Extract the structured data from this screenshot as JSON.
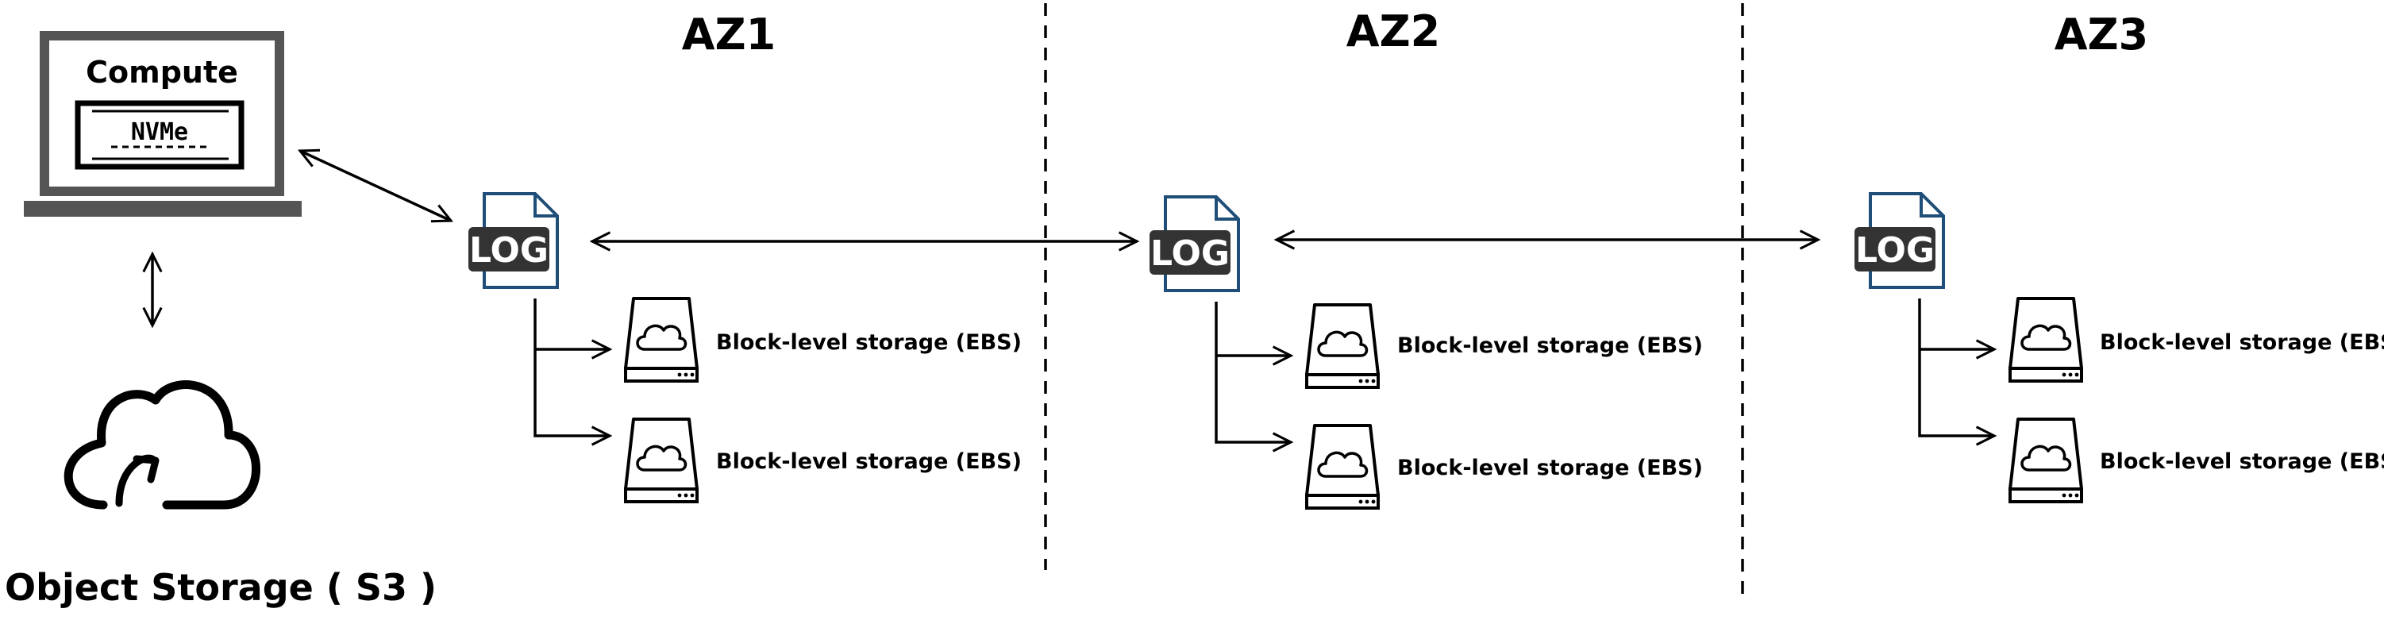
{
  "zones": [
    {
      "title": "AZ1",
      "log_label": "LOG",
      "volumes": [
        "Block-level storage (EBS)",
        "Block-level storage (EBS)"
      ]
    },
    {
      "title": "AZ2",
      "log_label": "LOG",
      "volumes": [
        "Block-level storage (EBS)",
        "Block-level storage (EBS)"
      ]
    },
    {
      "title": "AZ3",
      "log_label": "LOG",
      "volumes": [
        "Block-level storage (EBS)",
        "Block-level storage (EBS)"
      ]
    }
  ],
  "compute": {
    "label": "Compute",
    "drive_label": "NVMe"
  },
  "object_storage": {
    "label": "Object Storage ( S3 )"
  },
  "colors": {
    "log_doc": "#1f4e79",
    "log_tag": "#333333",
    "line": "#000000"
  }
}
